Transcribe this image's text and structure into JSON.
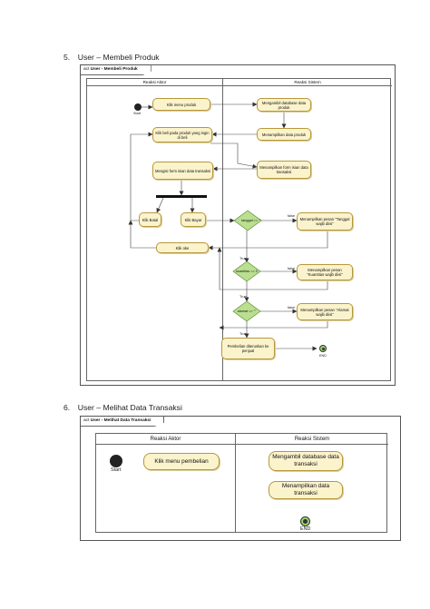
{
  "section5": {
    "heading": "5. User – Membeli Produk",
    "frame_tab_prefix": "act",
    "frame_tab_name": "User - Membeli Produk",
    "lane_actor": "Reaksi Aktor",
    "lane_system": "Reaksi Sistem",
    "start_label": "Start",
    "end_label": "END",
    "activities": {
      "klik_menu_produk": "Klik menu produk",
      "ambil_database": "Mengambil database data produk",
      "klik_beli": "Klik beli pada produk yang ingin di beli",
      "tampil_data_produk": "Menampilkan data produk",
      "isi_form": "Mengisi form isian data transaksi",
      "tampil_form": "Menampilkan form isian data transaksi",
      "klik_batal": "Klik Batal",
      "klik_bayar": "Klik Bayar",
      "pesan_tanggal": "Menampilkan pesan \"Tanggal wajib diisi\"",
      "klik_oke": "Klik oke",
      "pesan_kuantitas": "Menampilkan pesan \"Kuantitas wajib diisi\"",
      "pesan_alamat": "Menampilkan pesan \"Alamat wajib diisi\"",
      "pembelian_diteruskan": "Pembelian diteruskan ke penjual"
    },
    "decisions": {
      "tanggal": "tanggal == \"\"",
      "kuantitas": "kuantitas == 0",
      "alamat": "alamat == \"\""
    },
    "guards": {
      "false": "false",
      "true": "True"
    }
  },
  "section6": {
    "heading": "6. User – Melihat Data Transaksi",
    "frame_tab_prefix": "act",
    "frame_tab_name": "User - Melihat Data Transaksi",
    "lane_actor": "Reaksi Aktor",
    "lane_system": "Reaksi Sistem",
    "start_label": "Start",
    "end_label": "END",
    "activities": {
      "klik_menu_pembelian": "Klik menu pembelian",
      "ambil_database": "Mengambil database data transaksi",
      "tampil_data": "Menampilkan data transaksi"
    }
  }
}
